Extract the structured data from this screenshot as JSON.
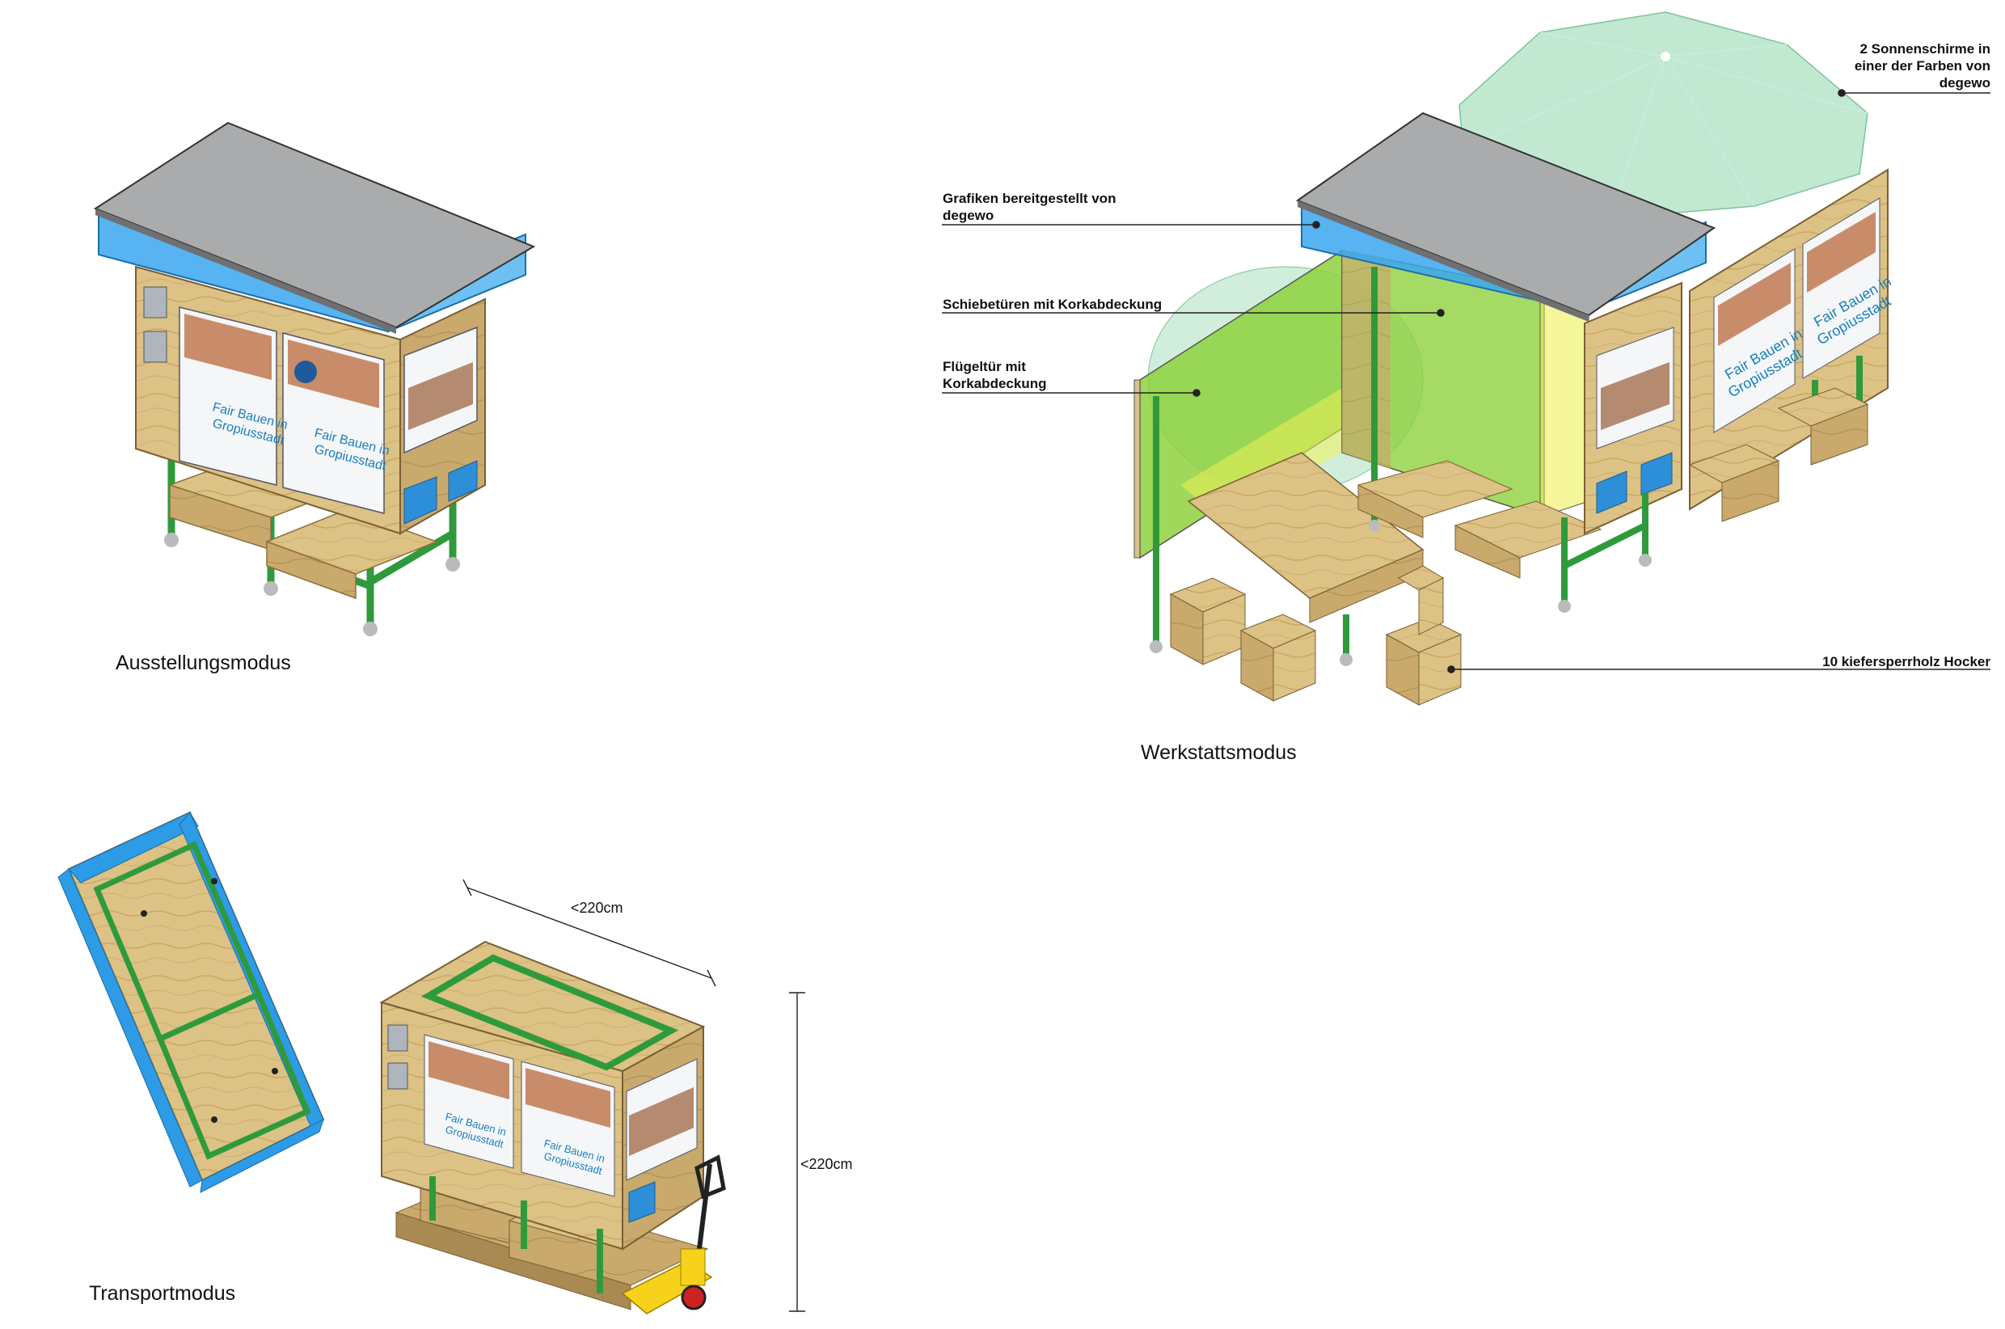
{
  "modes": {
    "exhibition": "Ausstellungsmodus",
    "workshop": "Werkstattsmodus",
    "transport": "Transportmodus"
  },
  "annotations": {
    "umbrellas": [
      "2 Sonnenschirme in",
      "einer der Farben von",
      "degewo"
    ],
    "graphics": [
      "Grafiken bereitgestellt von",
      "degewo"
    ],
    "sliding_doors": [
      "Schiebetüren mit Korkabdeckung"
    ],
    "wing_door": [
      "Flügeltür mit",
      "Korkabdeckung"
    ],
    "stools": [
      "10 kiefersperrholz Hocker"
    ]
  },
  "dimensions": {
    "length": "<220cm",
    "height": "<220cm"
  },
  "poster": {
    "title_line1": "Fair Bauen in",
    "title_line2": "Gropiusstadt"
  },
  "colors": {
    "plywood": "#dcc284",
    "plywood_dark": "#c9a869",
    "steel_green": "#2f9a3c",
    "acrylic_blue": "#2d9be6",
    "roof_grey": "#a9abac",
    "umbrella_green": "#9ad9b4",
    "cork_green": "#8ed13d"
  }
}
